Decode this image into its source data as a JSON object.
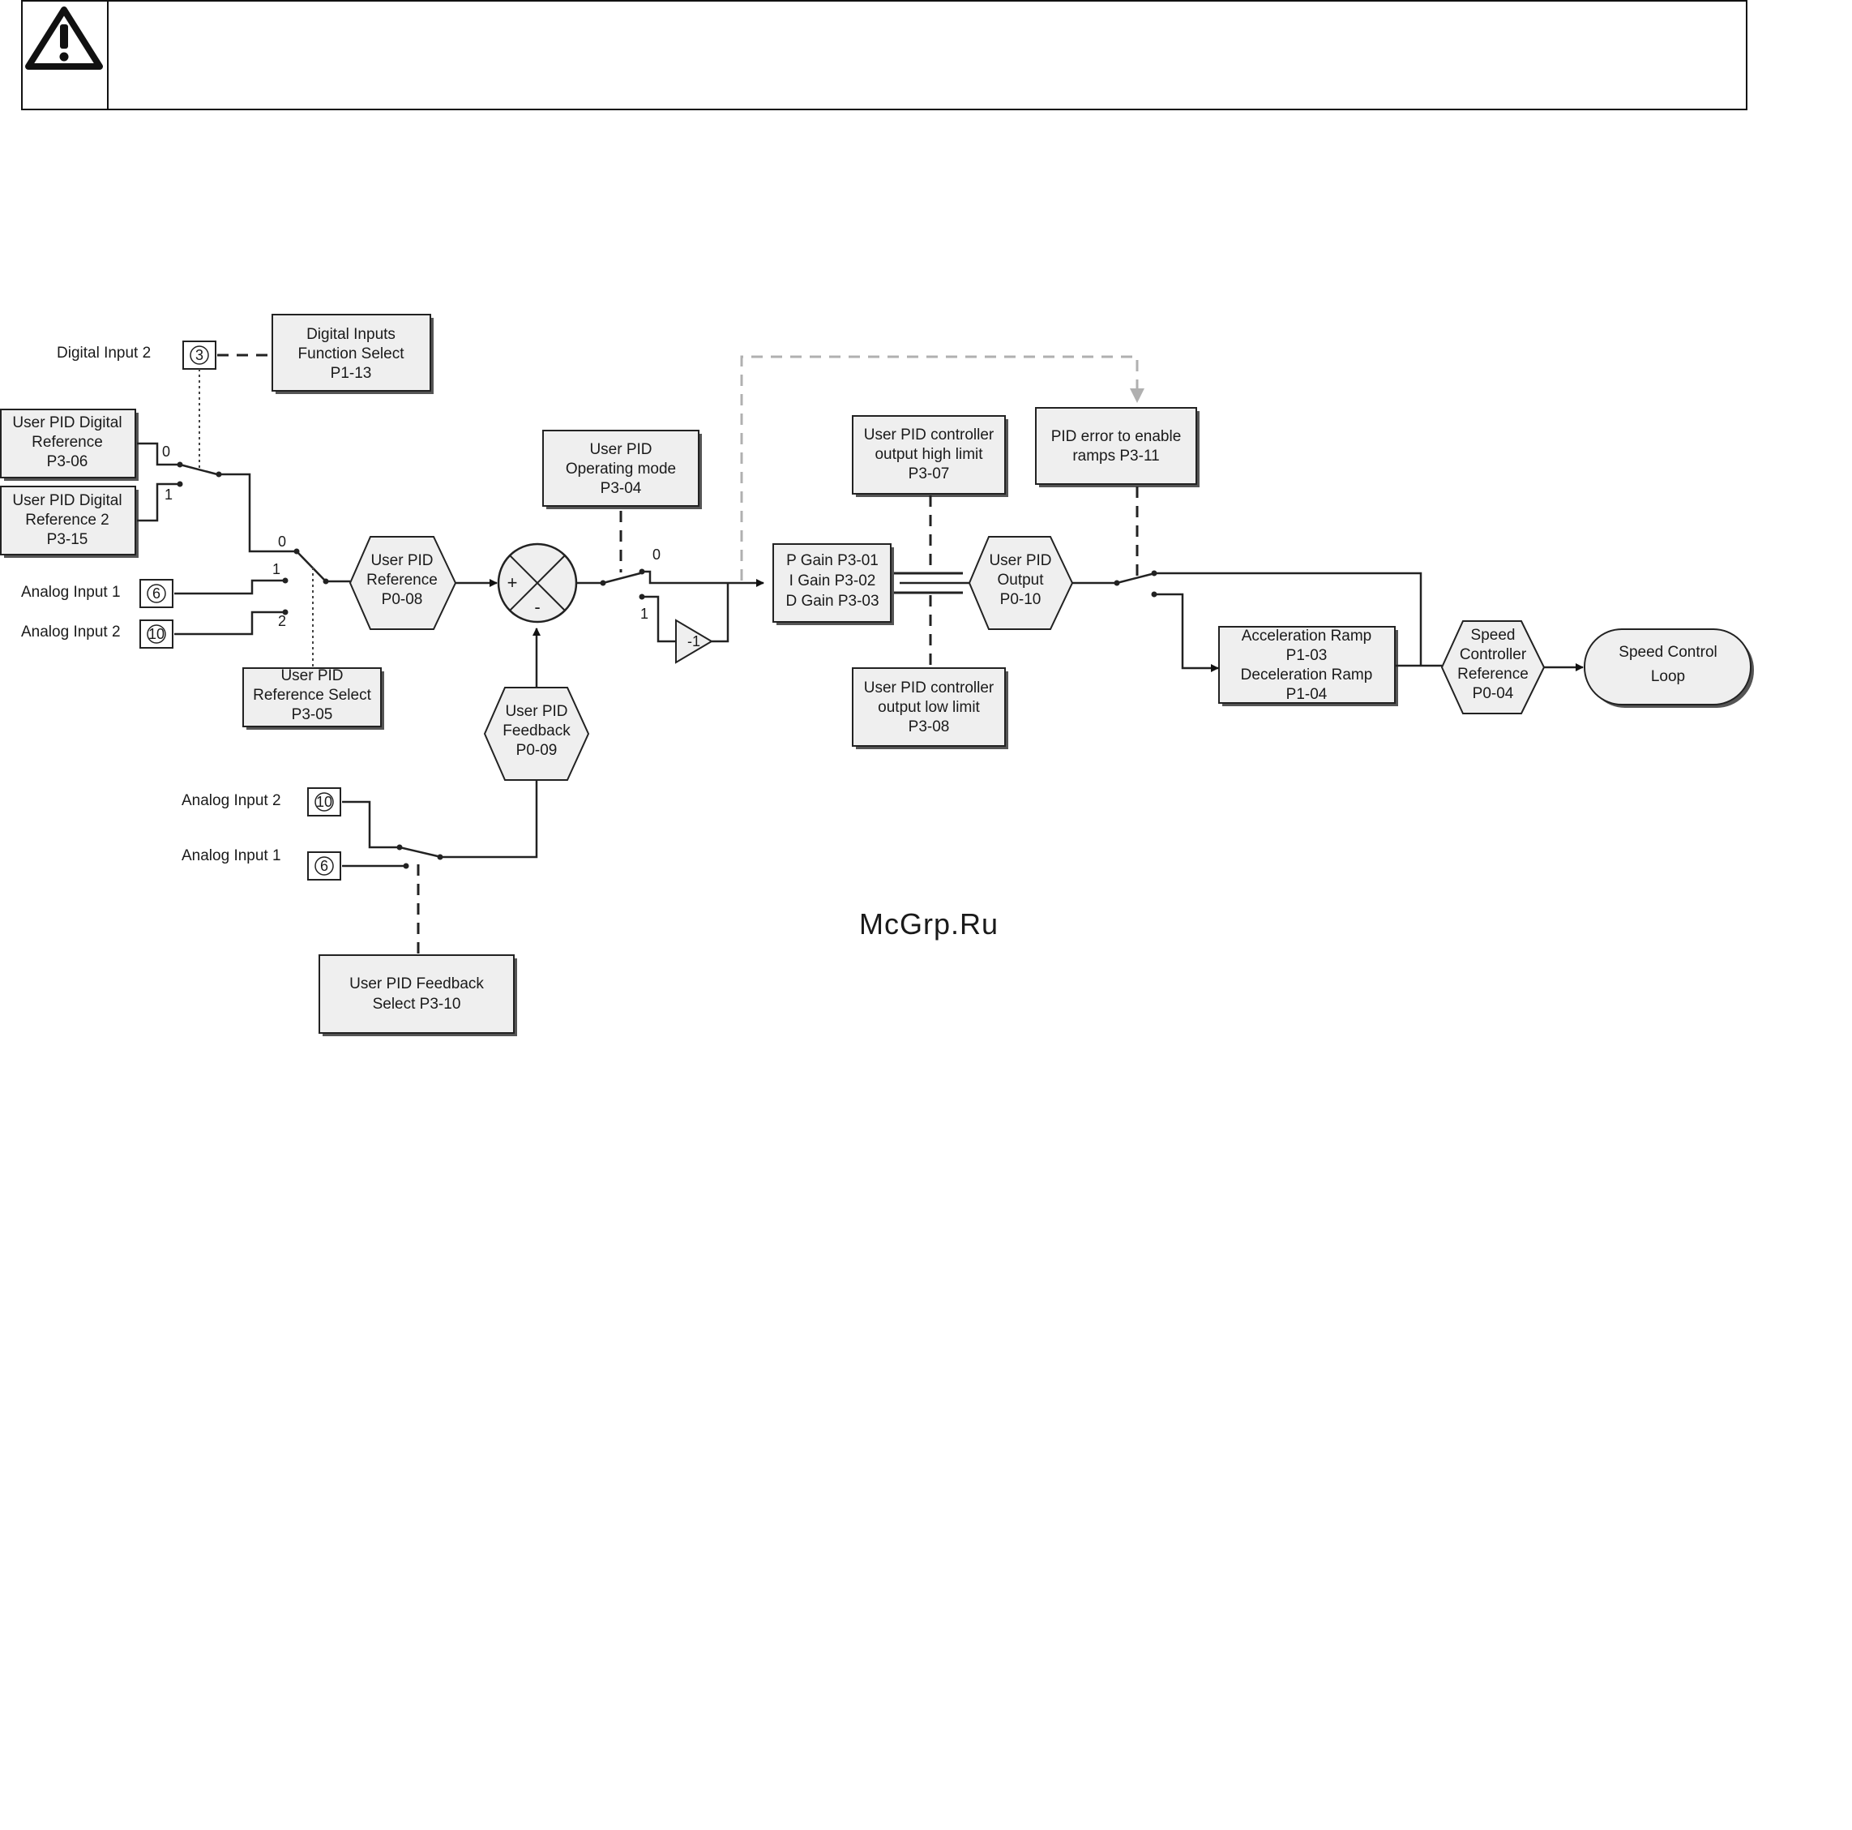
{
  "warning_box": {
    "icon": "warning-triangle-icon"
  },
  "watermark": "McGrp.Ru",
  "diagram": {
    "left": {
      "digital_input_2": "Digital Input 2",
      "digital_input_2_terminal": "3",
      "di_function_select": [
        "Digital Inputs",
        "Function Select",
        "P1-13"
      ],
      "pid_digital_ref": [
        "User PID Digital",
        "Reference",
        "P3-06"
      ],
      "pid_digital_ref2": [
        "User PID Digital",
        "Reference 2",
        "P3-15"
      ],
      "sw1_pos0": "0",
      "sw1_pos1": "1",
      "analog_input_1": "Analog Input 1",
      "analog_input_1_terminal": "6",
      "analog_input_2": "Analog Input 2",
      "analog_input_2_terminal": "10",
      "sw2_pos0": "0",
      "sw2_pos1": "1",
      "sw2_pos2": "2",
      "ref_select": [
        "User PID",
        "Reference Select",
        "P3-05"
      ]
    },
    "center": {
      "pid_reference": [
        "User PID",
        "Reference",
        "P0-08"
      ],
      "summer_plus": "+",
      "summer_minus": "-",
      "operating_mode": [
        "User PID",
        "Operating mode",
        "P3-04"
      ],
      "sw3_pos0": "0",
      "sw3_pos1": "1",
      "inverter": "-1",
      "gains": [
        "P Gain P3-01",
        "I Gain P3-02",
        "D Gain P3-03"
      ],
      "pid_feedback": [
        "User PID",
        "Feedback",
        "P0-09"
      ]
    },
    "feedback": {
      "analog_input_2": "Analog Input 2",
      "analog_input_2_terminal": "10",
      "analog_input_1": "Analog Input 1",
      "analog_input_1_terminal": "6",
      "feedback_select": [
        "User PID Feedback",
        "Select P3-10"
      ]
    },
    "right": {
      "high_limit": [
        "User PID controller",
        "output high limit",
        "P3-07"
      ],
      "low_limit": [
        "User PID controller",
        "output low limit",
        "P3-08"
      ],
      "pid_output": [
        "User PID",
        "Output",
        "P0-10"
      ],
      "pid_error_enable": [
        "PID error to enable",
        "ramps P3-11"
      ],
      "ramps": [
        "Acceleration Ramp",
        "P1-03",
        "Deceleration Ramp",
        "P1-04"
      ],
      "speed_ctrl_ref": [
        "Speed",
        "Controller",
        "Reference",
        "P0-04"
      ],
      "speed_control_loop": [
        "Speed Control",
        "Loop"
      ]
    }
  }
}
